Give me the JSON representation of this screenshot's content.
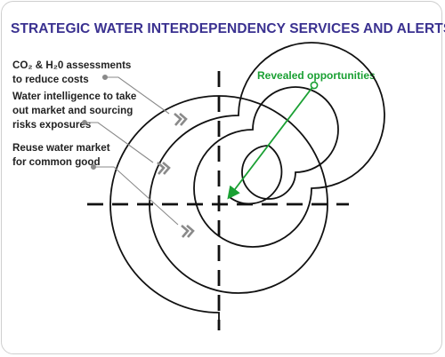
{
  "title": "STRATEGIC WATER INTERDEPENDENCY SERVICES AND ALERTS",
  "labels": {
    "co2": {
      "line1": "CO₂ & H₂0 assessments",
      "line2": "to reduce costs"
    },
    "intelligence": {
      "line1": "Water intelligence to take",
      "line2": "out market and sourcing",
      "line3": "risks exposures"
    },
    "reuse": {
      "line1": "Reuse water market",
      "line2": "for common good"
    },
    "revealed": "Revealed opportunities"
  },
  "colors": {
    "title": "#3a3190",
    "accent": "#1aa033",
    "chevron": "#8a8a8a",
    "target": "#111111"
  }
}
